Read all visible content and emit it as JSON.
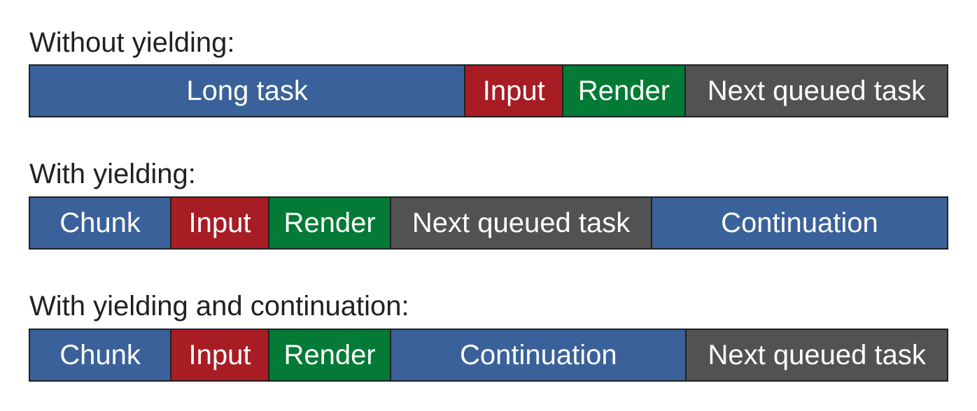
{
  "colors": {
    "task": "#3a6199",
    "input": "#a81c24",
    "render": "#037a35",
    "queued": "#525252",
    "border": "#202124"
  },
  "rows": [
    {
      "heading": "Without yielding:",
      "segments": [
        {
          "label": "Long task",
          "kind": "task",
          "duration": 625
        },
        {
          "label": "Input",
          "kind": "input",
          "duration": 139
        },
        {
          "label": "Render",
          "kind": "render",
          "duration": 174
        },
        {
          "label": "Next queued task",
          "kind": "queued",
          "duration": 376
        }
      ]
    },
    {
      "heading": "With yielding:",
      "segments": [
        {
          "label": "Chunk",
          "kind": "task",
          "duration": 202
        },
        {
          "label": "Input",
          "kind": "input",
          "duration": 139
        },
        {
          "label": "Render",
          "kind": "render",
          "duration": 174
        },
        {
          "label": "Next queued task",
          "kind": "queued",
          "duration": 374
        },
        {
          "label": "Continuation",
          "kind": "task",
          "duration": 425
        }
      ]
    },
    {
      "heading": "With yielding and continuation:",
      "segments": [
        {
          "label": "Chunk",
          "kind": "task",
          "duration": 202
        },
        {
          "label": "Input",
          "kind": "input",
          "duration": 139
        },
        {
          "label": "Render",
          "kind": "render",
          "duration": 174
        },
        {
          "label": "Continuation",
          "kind": "task",
          "duration": 424
        },
        {
          "label": "Next queued task",
          "kind": "queued",
          "duration": 375
        }
      ]
    }
  ]
}
